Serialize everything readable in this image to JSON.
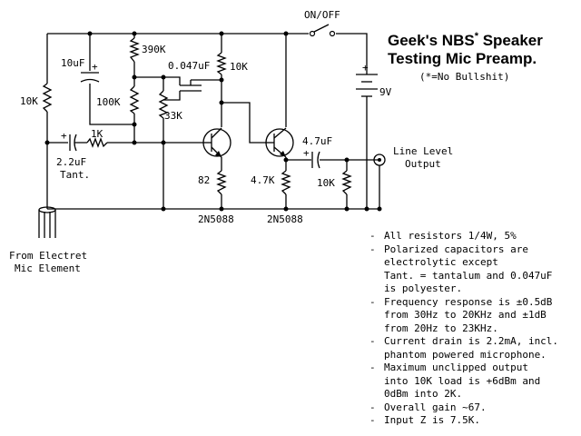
{
  "title": {
    "line1": "Geek's NBS",
    "asterisk": "*",
    "line1_end": " Speaker",
    "line2": "Testing Mic Preamp.",
    "footnote": "(*=No Bullshit)"
  },
  "labels": {
    "switch": "ON/OFF",
    "battery": "9V",
    "c_input": "2.2uF",
    "c_input_type": "Tant.",
    "r_input": "1K",
    "r_left": "10K",
    "c_10uf": "10uF",
    "r_390k": "390K",
    "r_100k": "100K",
    "r_33k": "33K",
    "c_047": "0.047uF",
    "r_10k_collector": "10K",
    "r_82": "82",
    "r_4k7": "4.7K",
    "c_output": "4.7uF",
    "r_10k_output": "10K",
    "q1": "2N5088",
    "q2": "2N5088",
    "output": "Line Level",
    "output_2": "Output",
    "mic": "From Electret",
    "mic_2": "Mic Element",
    "plus": "+"
  },
  "notes": [
    "All resistors 1/4W, 5%",
    "Polarized capacitors are\nelectrolytic except\nTant. = tantalum and 0.047uF\nis polyester.",
    "Frequency response is ±0.5dB\nfrom 30Hz to 20KHz and ±1dB\nfrom 20Hz to 23KHz.",
    "Current drain is 2.2mA, incl.\nphantom powered microphone.",
    "Maximum unclipped output\ninto 10K load is +6dBm and\n0dBm into 2K.",
    "Overall gain ~67.",
    "Input Z is 7.5K."
  ],
  "note_bullet": "-"
}
